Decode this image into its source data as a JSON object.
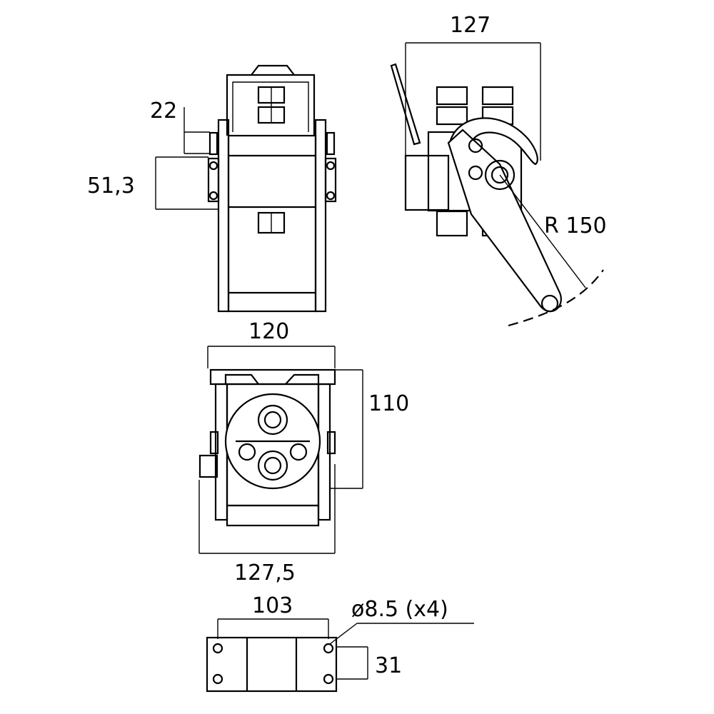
{
  "dimensions": {
    "top_right_width": "127",
    "left_offset": "22",
    "left_height": "51,3",
    "radius": "R  150",
    "front_width": "120",
    "front_height": "110",
    "base_width": "127,5",
    "hole_spacing": "103",
    "hole_spec": "ø8.5  (x4)",
    "hole_offset": "31"
  }
}
